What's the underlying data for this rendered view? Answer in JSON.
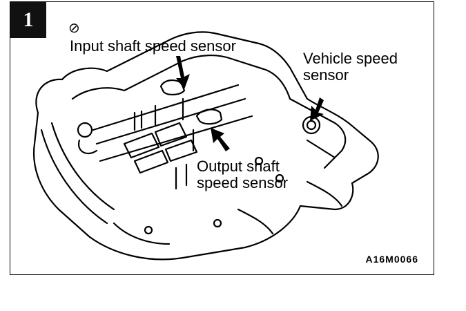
{
  "figure": {
    "step_number": "1",
    "symbol": "⊘",
    "labels": {
      "input_shaft": "Input shaft speed sensor",
      "vehicle_speed_line1": "Vehicle speed",
      "vehicle_speed_line2": "sensor",
      "output_shaft_line1": "Output shaft",
      "output_shaft_line2": "speed sensor"
    },
    "figure_code": "A16M0066"
  }
}
